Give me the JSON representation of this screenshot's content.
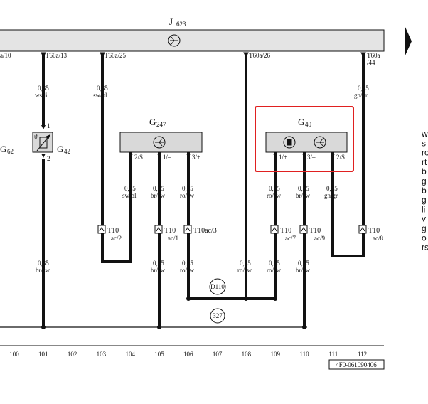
{
  "header": {
    "unit_name": "J",
    "unit_sub": "623"
  },
  "connectors_top": [
    {
      "id": "p10",
      "label": "a/10"
    },
    {
      "id": "p13",
      "label": "T60a/13"
    },
    {
      "id": "p25",
      "label": "T60a/25"
    },
    {
      "id": "p26",
      "label": "T60a/26"
    },
    {
      "id": "p44a",
      "label": "T60a"
    },
    {
      "id": "p44b",
      "label": "/44"
    }
  ],
  "wires_upper": [
    {
      "id": "w13",
      "size": "0,35",
      "color": "ws/li"
    },
    {
      "id": "w25",
      "size": "0,35",
      "color": "sw/bl"
    },
    {
      "id": "w44",
      "size": "0,35",
      "color": "gn/gr"
    }
  ],
  "components": {
    "g62": {
      "name": "G",
      "sub": "62"
    },
    "g42": {
      "name": "G",
      "sub": "42",
      "pin1": "1",
      "pin2": "2"
    },
    "g247": {
      "name": "G",
      "sub": "247",
      "pins": [
        "2/S",
        "1/–",
        "3/+"
      ]
    },
    "g40": {
      "name": "G",
      "sub": "40",
      "pins": [
        "1/+",
        "3/–",
        "2/S"
      ]
    }
  },
  "wires_mid": [
    {
      "id": "m184",
      "size": "0,35",
      "color": "sw/bl"
    },
    {
      "id": "m224",
      "size": "0,35",
      "color": "br/sw"
    },
    {
      "id": "m265",
      "size": "0,35",
      "color": "ro/sw"
    },
    {
      "id": "m387",
      "size": "0,35",
      "color": "ro/sw"
    },
    {
      "id": "m428",
      "size": "0,35",
      "color": "br/sw"
    },
    {
      "id": "m468",
      "size": "0,35",
      "color": "gn/gr"
    }
  ],
  "plug_connectors": [
    {
      "id": "t1",
      "name": "T10",
      "sub": "ac/2"
    },
    {
      "id": "t2",
      "name": "T10",
      "sub": "ac/1"
    },
    {
      "id": "t3",
      "name": "T10ac/3",
      "sub": ""
    },
    {
      "id": "t4",
      "name": "T10",
      "sub": "ac/7"
    },
    {
      "id": "t5",
      "name": "T10",
      "sub": "ac/9"
    },
    {
      "id": "t6",
      "name": "T10",
      "sub": "ac/8"
    }
  ],
  "wires_lower": [
    {
      "id": "l61",
      "size": "0,35",
      "color": "br/sw"
    },
    {
      "id": "l224",
      "size": "0,35",
      "color": "br/sw"
    },
    {
      "id": "l265",
      "size": "0,35",
      "color": "ro/sw"
    },
    {
      "id": "l346",
      "size": "0,35",
      "color": "ro/sw"
    },
    {
      "id": "l387",
      "size": "0,35",
      "color": "ro/sw"
    },
    {
      "id": "l428",
      "size": "0,35",
      "color": "br/sw"
    }
  ],
  "junctions": [
    {
      "id": "d110",
      "label": "D110"
    },
    {
      "id": "j327",
      "label": "327"
    }
  ],
  "footer": {
    "columns": [
      "100",
      "101",
      "102",
      "103",
      "104",
      "105",
      "106",
      "107",
      "108",
      "109",
      "110",
      "111",
      "112"
    ],
    "doc_code": "4F0-061090406"
  },
  "legend_side": [
    "w",
    "s",
    "ro",
    "rt",
    "b",
    "g",
    "b",
    "g",
    "li",
    "v",
    "g",
    "o",
    "rs"
  ],
  "colors": {
    "line": "#111111",
    "box_fill": "#d9d9d9",
    "highlight": "#e02020",
    "header_fill": "#e4e4e4"
  }
}
